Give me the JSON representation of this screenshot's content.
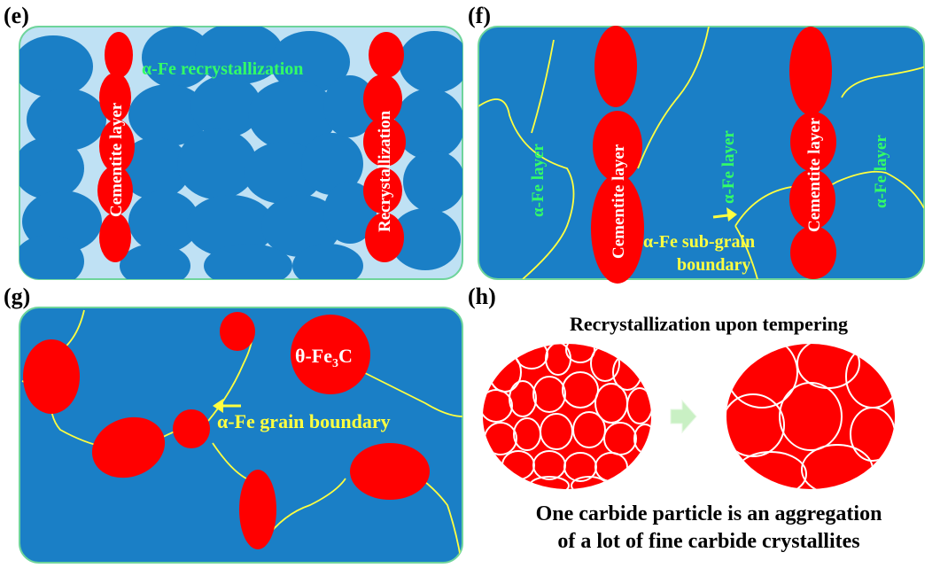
{
  "panels": {
    "e": {
      "label": "(e)",
      "recryst_text": "α-Fe recrystallization",
      "cementite_text": "Cementite layer",
      "recryst_vertical_text": "Recrystallization"
    },
    "f": {
      "label": "(f)",
      "alpha_layer_left": "α-Fe layer",
      "cementite_left": "Cementite layer",
      "alpha_layer_mid": "α-Fe layer",
      "cementite_right": "Cementite layer",
      "alpha_layer_right": "α-Fe layer",
      "subgrain_line1": "α-Fe sub-grain",
      "subgrain_line2": "boundary"
    },
    "g": {
      "label": "(g)",
      "theta_main": "θ-Fe",
      "theta_sub": "3",
      "theta_tail": "C",
      "grain_boundary": "α-Fe grain boundary"
    },
    "h": {
      "label": "(h)",
      "title": "Recrystallization upon tempering",
      "caption_line1": "One carbide particle is an aggregation",
      "caption_line2": "of a lot of fine carbide crystallites"
    }
  },
  "colors": {
    "steel_blue": "#1a7fc6",
    "light_blue": "#bfe1f4",
    "cementite_red": "#ff0000",
    "boundary_yellow": "#ffff40",
    "text_green": "#33ff66",
    "panel_border": "#6ed49b"
  }
}
